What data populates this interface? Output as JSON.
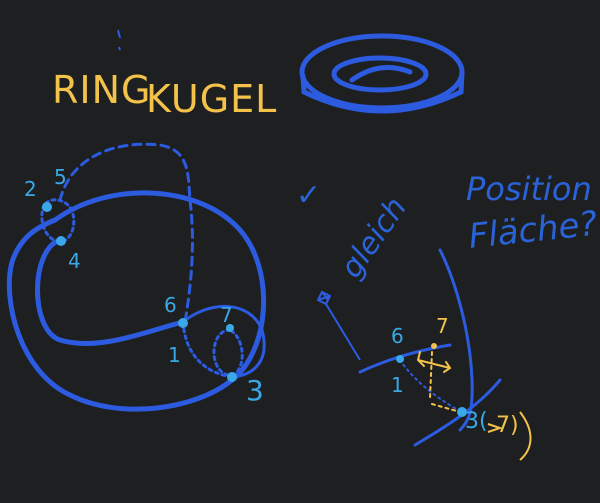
{
  "title": {
    "word1": "RING",
    "word2": "KUGEL"
  },
  "colors": {
    "background": "#1e1f20",
    "blue_stroke": "#2c5be0",
    "light_blue": "#3aa8e8",
    "yellow": "#f3c24a"
  },
  "labels": {
    "n2": "2",
    "n5": "5",
    "n4": "4",
    "n6": "6",
    "n7": "7",
    "n1": "1",
    "n3": "3"
  },
  "right_labels": {
    "n6": "6",
    "n7": "7",
    "n1": "1",
    "n3": "3(",
    "n3_tail": "7)"
  },
  "notes": {
    "check": "✓",
    "line1a": "gleich",
    "line1b": "Position",
    "line2": "Fläche?"
  }
}
